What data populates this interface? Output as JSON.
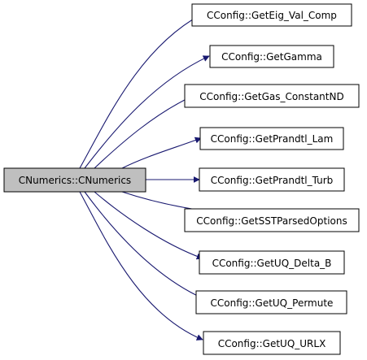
{
  "graph": {
    "source": {
      "label": "CNumerics::CNumerics",
      "fill": "#bfbfbf"
    },
    "targets": [
      {
        "label": "CConfig::GetEig_Val_Comp"
      },
      {
        "label": "CConfig::GetGamma"
      },
      {
        "label": "CConfig::GetGas_ConstantND"
      },
      {
        "label": "CConfig::GetPrandtl_Lam"
      },
      {
        "label": "CConfig::GetPrandtl_Turb"
      },
      {
        "label": "CConfig::GetSSTParsedOptions"
      },
      {
        "label": "CConfig::GetUQ_Delta_B"
      },
      {
        "label": "CConfig::GetUQ_Permute"
      },
      {
        "label": "CConfig::GetUQ_URLX"
      }
    ],
    "colors": {
      "edge": "#191970",
      "node_border": "#000000",
      "target_fill": "#ffffff"
    }
  }
}
